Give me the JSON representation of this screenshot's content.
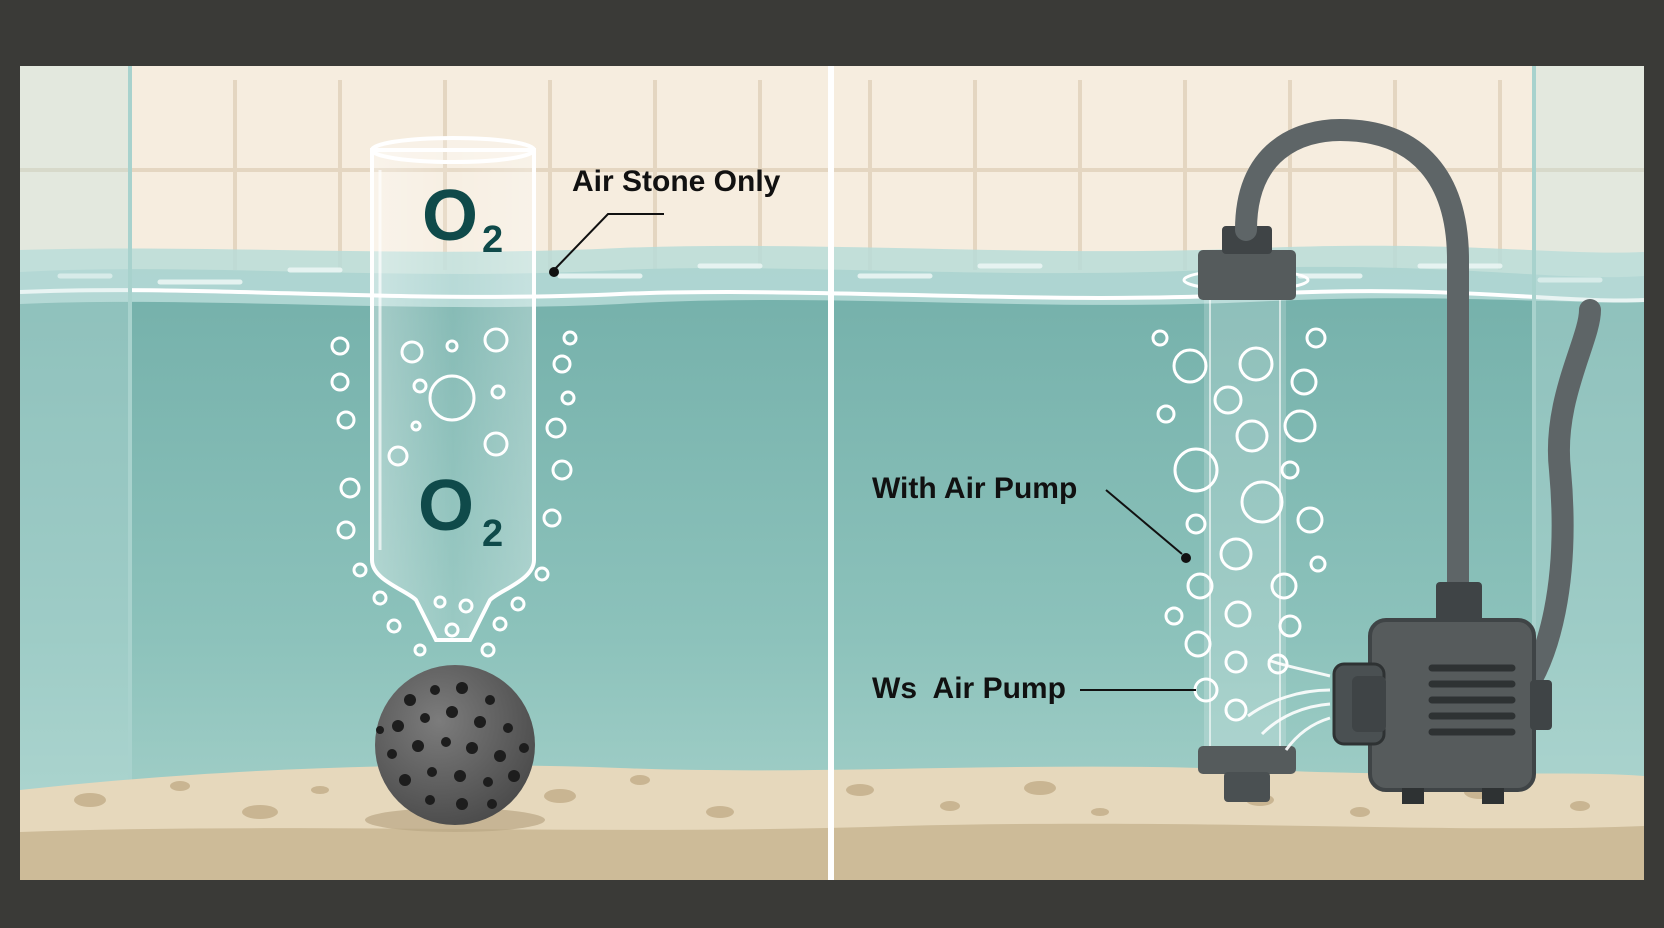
{
  "labels": {
    "air_stone_only": "Air Stone Only",
    "with_air_pump": "With Air Pump",
    "ws_air_pump": "Ws  Air Pump"
  },
  "formula": {
    "element": "O",
    "subscript": "2"
  },
  "colors": {
    "frame": "#3a3a37",
    "tile_wall": "#f6eddf",
    "tile_grout": "#e4d6c1",
    "water": "#7fb9b3",
    "water_deep": "#9fcbc4",
    "surface": "#b8dcd8",
    "sand": "#e6d8bc",
    "sand_dark": "#c9b592",
    "stone": "#5b5b5b",
    "pump_body": "#565b5c",
    "hose": "#5e6567",
    "text": "#111111",
    "o2_text": "#0f4a4a"
  },
  "icons": {
    "left": "air-stone-icon",
    "right": "air-pump-icon"
  }
}
